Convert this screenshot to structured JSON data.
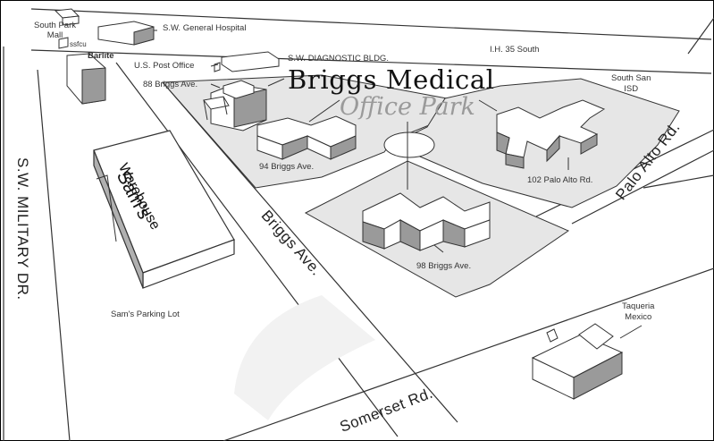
{
  "map": {
    "title": "Briggs Medical",
    "subtitle": "Office Park",
    "landmarks": {
      "south_park_mall": [
        "South Park",
        "Mall"
      ],
      "sw_general_hospital": "S.W. General Hospital",
      "barlite": "Barlite",
      "ssfcu": "ssfcu",
      "us_post_office": "U.S. Post Office",
      "sw_diagnostic_bldg": "S.W. DIAGNOSTIC BLDG.",
      "ih35_south": "I.H. 35 South",
      "south_san_isd": [
        "South San",
        "ISD"
      ],
      "taqueria_mexico": [
        "Taqueria",
        "Mexico"
      ],
      "sams_warehouse_name": "Sam's",
      "sams_warehouse_type": "Warehouse",
      "sams_parking_lot": "Sam's Parking Lot"
    },
    "addresses": {
      "briggs_88": "88 Briggs Ave.",
      "briggs_94": "94 Briggs Ave.",
      "briggs_98": "98 Briggs Ave.",
      "palo_alto_102": "102 Palo Alto Rd."
    },
    "roads": {
      "sw_military": "S.W. MILITARY DR.",
      "briggs_ave": "Briggs Ave.",
      "palo_alto": "Palo Alto Rd.",
      "somerset": "Somerset Rd."
    },
    "colors": {
      "lot_gray": "#e6e6e6",
      "building_face": "#ffffff",
      "building_shade": "#9a9a9a",
      "line": "#333333",
      "subtitle_gray": "#9a9a9a"
    }
  }
}
